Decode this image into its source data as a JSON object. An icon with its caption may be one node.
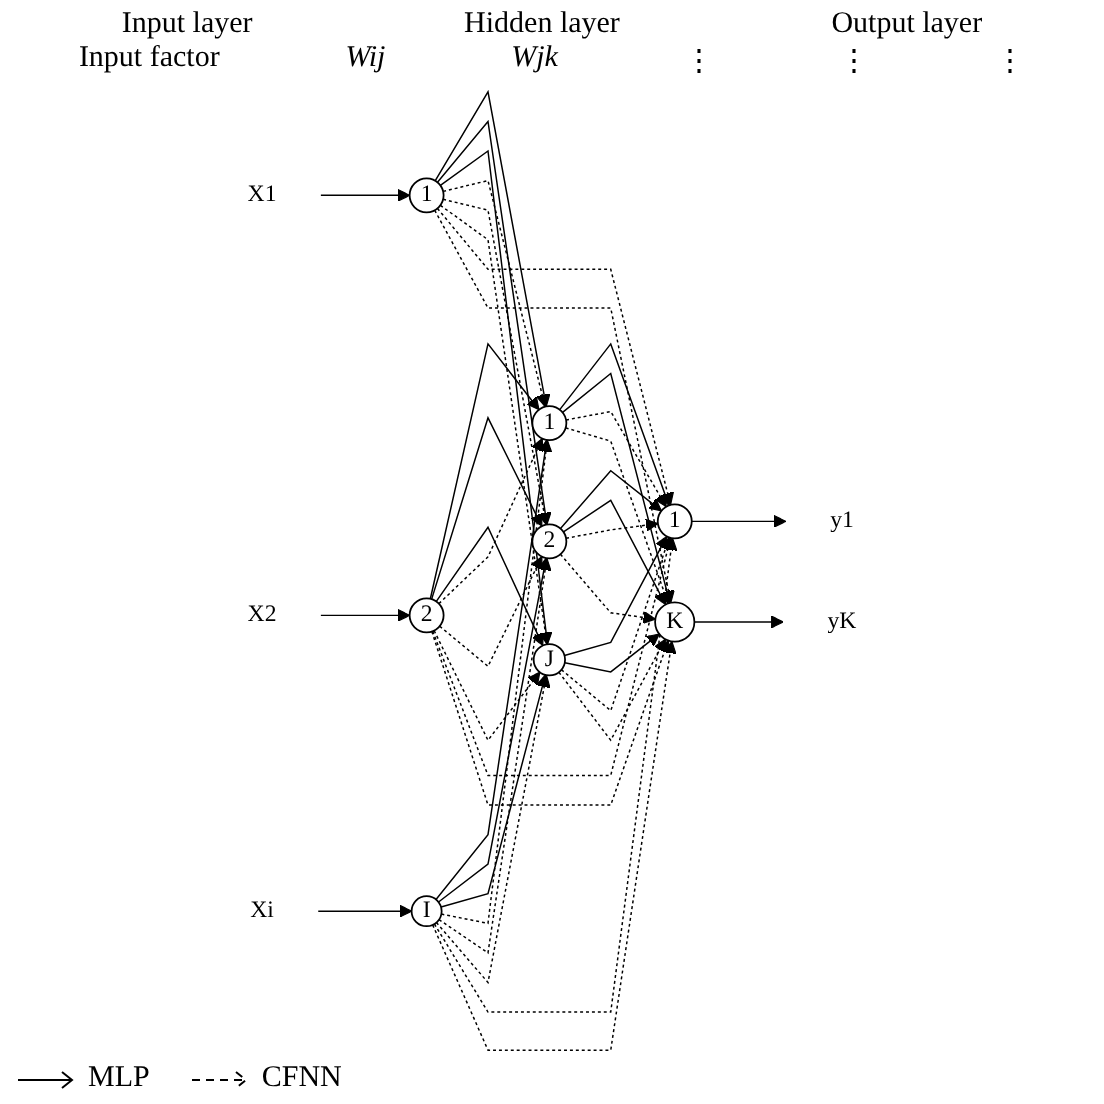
{
  "diagram": {
    "nodes": [
      {
        "text": [
          "X1"
        ]
      },
      {
        "text": [
          "X2"
        ]
      },
      {
        "text": [
          "Xi"
        ]
      },
      {
        "text": [
          "1"
        ]
      },
      {
        "text": [
          "2"
        ]
      },
      {
        "text": [
          "I"
        ]
      },
      {
        "text": [
          "1"
        ]
      },
      {
        "text": [
          "2"
        ]
      },
      {
        "text": [
          "J"
        ]
      },
      {
        "text": [
          "1"
        ]
      },
      {
        "text": [
          "K"
        ]
      },
      {
        "text": [
          "y1"
        ]
      },
      {
        "text": [
          "yK"
        ]
      }
    ],
    "edges": [
      {
        "from": 0,
        "to": 3,
        "arrow": "to"
      },
      {
        "from": 1,
        "to": 4,
        "arrow": "to"
      },
      {
        "from": 2,
        "to": 5,
        "arrow": "to"
      },
      {
        "from": 3,
        "to": 6,
        "arrow": "to"
      },
      {
        "from": 3,
        "to": 7,
        "arrow": "to"
      },
      {
        "from": 3,
        "to": 8,
        "arrow": "to"
      },
      {
        "from": 4,
        "to": 6,
        "arrow": "to"
      },
      {
        "from": 4,
        "to": 7,
        "arrow": "to"
      },
      {
        "from": 4,
        "to": 8,
        "arrow": "to"
      },
      {
        "from": 5,
        "to": 6,
        "arrow": "to"
      },
      {
        "from": 5,
        "to": 7,
        "arrow": "to"
      },
      {
        "from": 5,
        "to": 8,
        "arrow": "to"
      },
      {
        "from": 3,
        "to": 6,
        "arrow": "to",
        "style": "dashed"
      },
      {
        "from": 3,
        "to": 7,
        "arrow": "to",
        "style": "dashed"
      },
      {
        "from": 3,
        "to": 8,
        "arrow": "to",
        "style": "dashed"
      },
      {
        "from": 4,
        "to": 6,
        "arrow": "to",
        "style": "dashed"
      },
      {
        "from": 4,
        "to": 7,
        "arrow": "to",
        "style": "dashed"
      },
      {
        "from": 4,
        "to": 8,
        "arrow": "to",
        "style": "dashed"
      },
      {
        "from": 5,
        "to": 6,
        "arrow": "to",
        "style": "dashed"
      },
      {
        "from": 5,
        "to": 7,
        "arrow": "to",
        "style": "dashed"
      },
      {
        "from": 5,
        "to": 8,
        "arrow": "to",
        "style": "dashed"
      },
      {
        "from": 6,
        "to": 9,
        "arrow": "to"
      },
      {
        "from": 6,
        "to": 10,
        "arrow": "to"
      },
      {
        "from": 7,
        "to": 9,
        "arrow": "to"
      },
      {
        "from": 7,
        "to": 10,
        "arrow": "to"
      },
      {
        "from": 8,
        "to": 9,
        "arrow": "to"
      },
      {
        "from": 8,
        "to": 10,
        "arrow": "to"
      },
      {
        "from": 6,
        "to": 9,
        "arrow": "to",
        "style": "dashed"
      },
      {
        "from": 6,
        "to": 10,
        "arrow": "to",
        "style": "dashed"
      },
      {
        "from": 7,
        "to": 9,
        "arrow": "to",
        "style": "dashed"
      },
      {
        "from": 7,
        "to": 10,
        "arrow": "to",
        "style": "dashed"
      },
      {
        "from": 8,
        "to": 9,
        "arrow": "to",
        "style": "dashed"
      },
      {
        "from": 8,
        "to": 10,
        "arrow": "to",
        "style": "dashed"
      },
      {
        "from": 3,
        "to": 9,
        "arrow": "to",
        "style": "dashed"
      },
      {
        "from": 3,
        "to": 10,
        "arrow": "to",
        "style": "dashed"
      },
      {
        "from": 4,
        "to": 9,
        "arrow": "to",
        "style": "dashed"
      },
      {
        "from": 4,
        "to": 10,
        "arrow": "to",
        "style": "dashed"
      },
      {
        "from": 5,
        "to": 9,
        "arrow": "to",
        "style": "dashed"
      },
      {
        "from": 5,
        "to": 10,
        "arrow": "to",
        "style": "dashed"
      },
      {
        "from": 9,
        "to": 11,
        "arrow": "to"
      },
      {
        "from": 10,
        "to": 12,
        "arrow": "to"
      }
    ],
    "labels": [
      "Input layer",
      "Hidden layer",
      "Output layer",
      "Input factor",
      "Wij",
      "Wjk",
      "⋮",
      "⋮",
      "⋮"
    ],
    "legend": [
      {
        "text": "MLP"
      },
      {
        "text": "CFNN"
      }
    ]
  }
}
